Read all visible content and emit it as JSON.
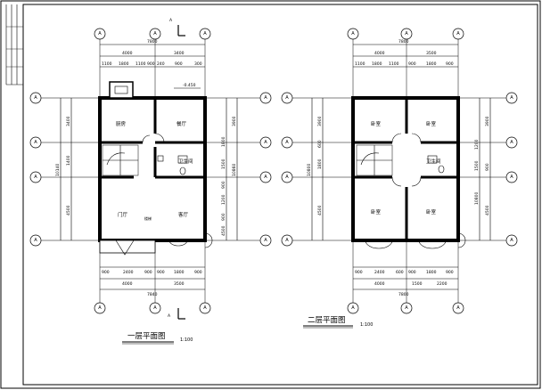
{
  "plan1": {
    "title": "一层平面图",
    "scale": "1:100",
    "section_mark": "A",
    "rooms": {
      "kitchen": "厨房",
      "dining": "餐厅",
      "wc": "卫生间",
      "foyer": "门厅",
      "living": "客厅",
      "stair": "楼梯"
    },
    "top_total": "7800",
    "top_segments": [
      "4000",
      "3400"
    ],
    "top_detail": [
      "1100",
      "1800",
      "1100",
      "900",
      "240",
      "900",
      "300"
    ],
    "bottom_detail": [
      "900",
      "2400",
      "900",
      "900",
      "1800",
      "900"
    ],
    "bottom_segments": [
      "4000",
      "3500"
    ],
    "bottom_total": "7840",
    "left_dims": [
      "3400",
      "1400",
      "4500"
    ],
    "left_total": "10140",
    "right_dims": [
      "3900",
      "1800",
      "1500",
      "900",
      "1200",
      "900",
      "4500"
    ],
    "right_total": "10860",
    "level_mark": "-0.450"
  },
  "plan2": {
    "title": "二层平面图",
    "scale": "1:100",
    "rooms": {
      "bed1": "卧室",
      "bed2": "卧室",
      "bath": "卫生间",
      "bed3": "卧室",
      "bed4": "卧室"
    },
    "top_total": "7800",
    "top_segments": [
      "4000",
      "3500"
    ],
    "top_detail": [
      "1100",
      "1800",
      "1100",
      "900",
      "1800",
      "900"
    ],
    "bottom_detail": [
      "900",
      "2400",
      "600",
      "900",
      "1800",
      "900"
    ],
    "bottom_segments": [
      "4000",
      "1500",
      "2200"
    ],
    "bottom_total": "7800",
    "left_dims": [
      "3900",
      "600",
      "1800",
      "4500"
    ],
    "left_total": "10800",
    "right_dims": [
      "3900",
      "1200",
      "1500",
      "900",
      "4500"
    ],
    "right_total": "10800"
  },
  "axes": {
    "vertical": "A"
  }
}
